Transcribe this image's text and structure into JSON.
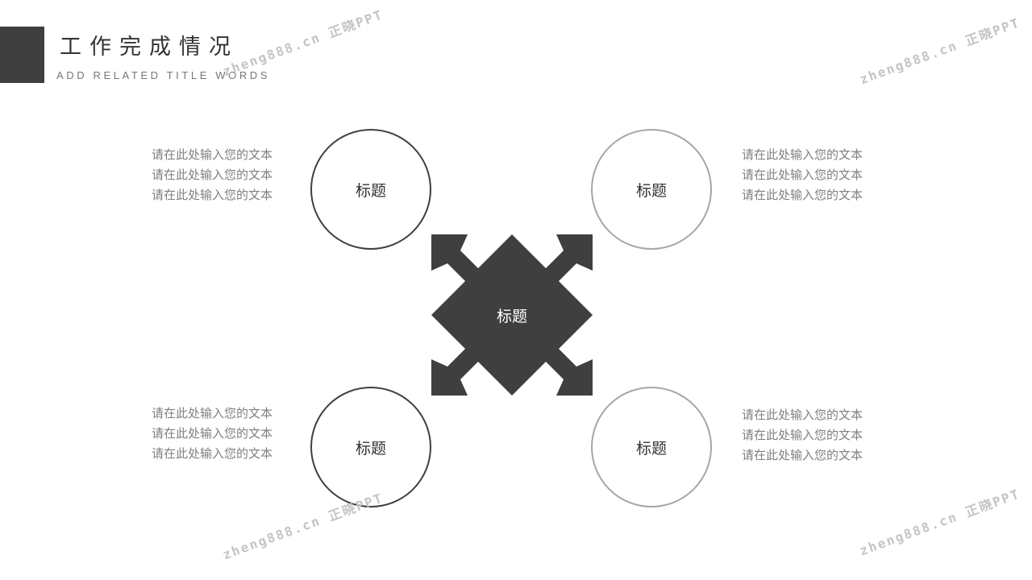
{
  "header": {
    "title": "工作完成情况",
    "subtitle": "ADD RELATED TITLE WORDS"
  },
  "center": {
    "label": "标题",
    "color": "#3f3f3f"
  },
  "nodes": [
    {
      "label": "标题",
      "lines": [
        "请在此处输入您的文本",
        "请在此处输入您的文本",
        "请在此处输入您的文本"
      ]
    },
    {
      "label": "标题",
      "lines": [
        "请在此处输入您的文本",
        "请在此处输入您的文本",
        "请在此处输入您的文本"
      ]
    },
    {
      "label": "标题",
      "lines": [
        "请在此处输入您的文本",
        "请在此处输入您的文本",
        "请在此处输入您的文本"
      ]
    },
    {
      "label": "标题",
      "lines": [
        "请在此处输入您的文本",
        "请在此处输入您的文本",
        "请在此处输入您的文本"
      ]
    }
  ],
  "watermark": "zheng888.cn 正晓PPT"
}
